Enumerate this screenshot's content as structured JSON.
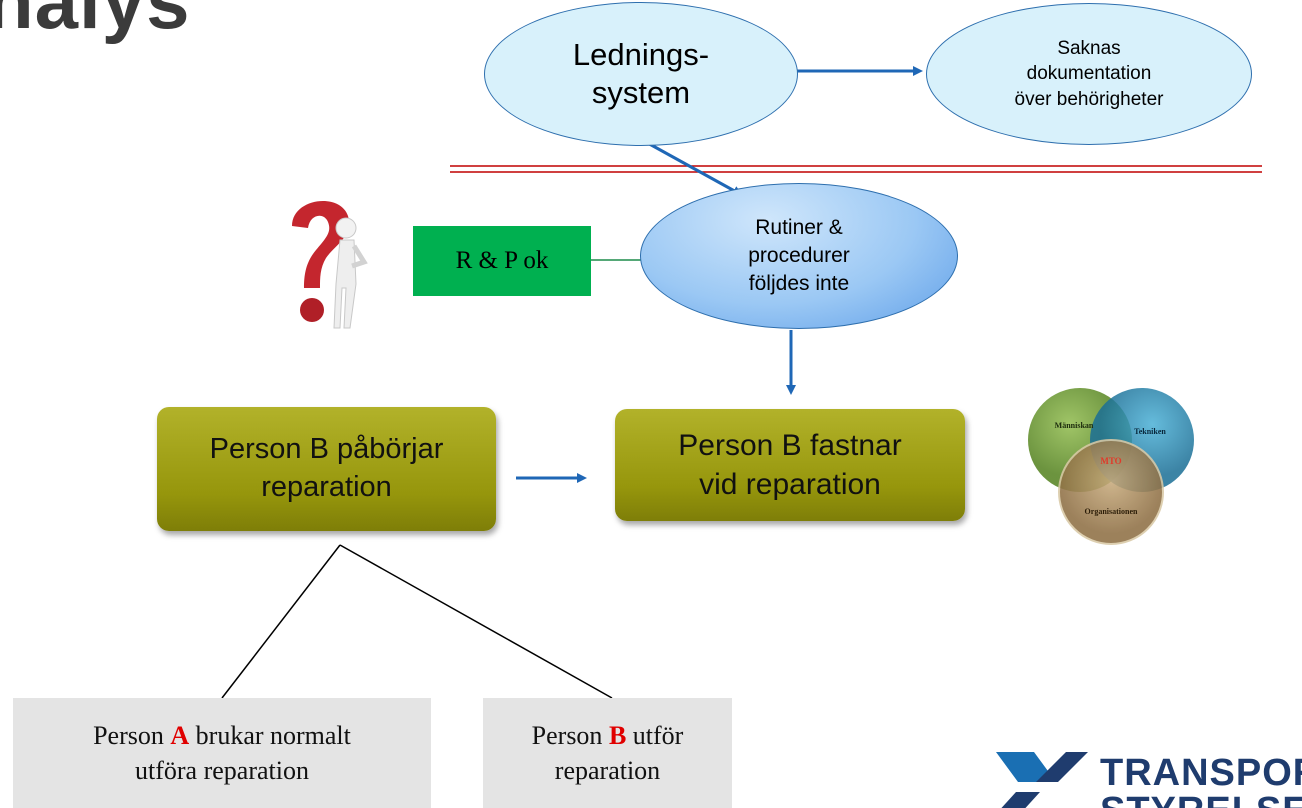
{
  "slide": {
    "title_fragment": "nalys"
  },
  "nodes": {
    "ledning": {
      "line1": "Lednings-",
      "line2": "system"
    },
    "saknas": {
      "line1": "Saknas",
      "line2": "dokumentation",
      "line3": "över behörigheter"
    },
    "rutiner": {
      "line1": "Rutiner &",
      "line2": "procedurer",
      "line3": "följdes inte"
    },
    "rp_ok": {
      "label": "R & P ok"
    },
    "paborjar": {
      "line1": "Person B påbörjar",
      "line2": "reparation"
    },
    "fastnar": {
      "line1": "Person B fastnar",
      "line2": "vid reparation"
    },
    "person_a": {
      "pre": "Person ",
      "letter": "A",
      "post": " brukar normalt",
      "line2": "utföra reparation"
    },
    "person_b": {
      "pre": "Person ",
      "letter": "B",
      "post": " utför",
      "line2": "reparation"
    }
  },
  "mto_diagram": {
    "label_human": "Människan",
    "label_tech": "Tekniken",
    "label_org": "Organisationen",
    "label_center": "MTO",
    "colors": {
      "human": "#6f9a3c",
      "tech": "#1f7fa6",
      "org": "#a4865a",
      "center": "#e03a2a"
    }
  },
  "logo": {
    "line1": "TRANSPORT",
    "line2": "STYRELSEN",
    "color": "#1f3c6e",
    "mark_color": "#1a6fb3"
  },
  "colors": {
    "arrow": "#1f67b6",
    "separator": "#c00000",
    "green_box": "#00b050",
    "olive": "#9a9a12",
    "question_mark": "#c4262e"
  }
}
